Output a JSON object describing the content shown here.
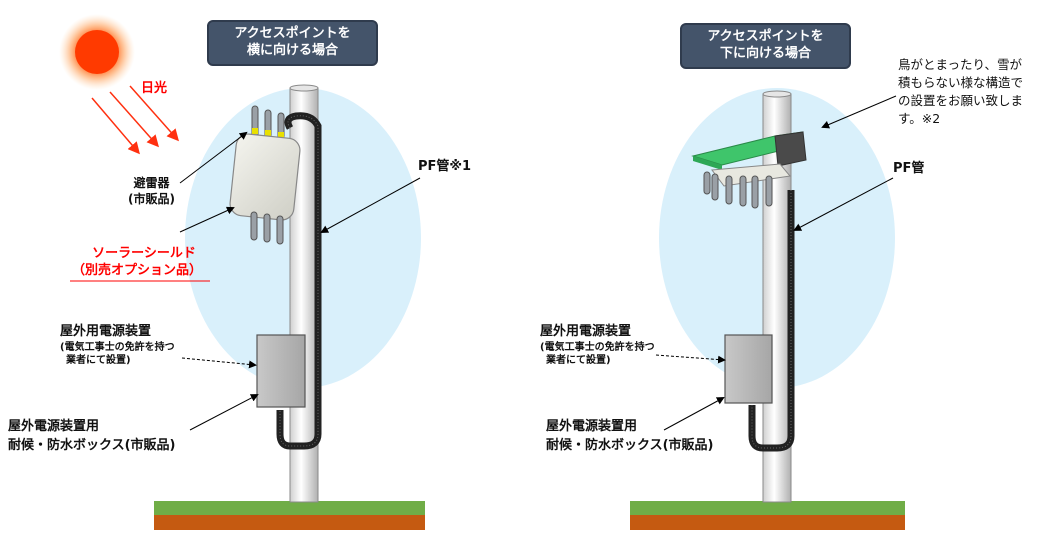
{
  "left_panel": {
    "title_line1": "アクセスポイントを",
    "title_line2": "横に向ける場合",
    "sunlight_label": "日光",
    "arrester_label_line1": "避雷器",
    "arrester_label_line2": "(市販品)",
    "solar_shield_line1": "ソーラーシールド",
    "solar_shield_line2": "（別売オプション品）",
    "pf_pipe_label": "PF管※1",
    "power_unit_label": "屋外用電源装置",
    "power_unit_note_line1": "(電気工事士の免許を持つ",
    "power_unit_note_line2": "業者にて設置)",
    "box_label_line1": "屋外電源装置用",
    "box_label_line2": "耐候・防水ボックス(市販品)"
  },
  "right_panel": {
    "title_line1": "アクセスポイントを",
    "title_line2": "下に向ける場合",
    "note_line1": "鳥がとまったり、雪が",
    "note_line2": "積もらない様な構造で",
    "note_line3": "の設置をお願い致しま",
    "note_line4": "す。※2",
    "pf_pipe_label": "PF管",
    "power_unit_label": "屋外用電源装置",
    "power_unit_note_line1": "(電気工事士の免許を持つ",
    "power_unit_note_line2": "業者にて設置)",
    "box_label_line1": "屋外電源装置用",
    "box_label_line2": "耐候・防水ボックス(市販品)"
  },
  "colors": {
    "title_bg": "#44546a",
    "ellipse": "#d9f0fb",
    "grass": "#70ad47",
    "soil": "#c55a11",
    "sun": "#ff4010",
    "red_text": "#ff0000",
    "canopy": "#3fc56b"
  }
}
